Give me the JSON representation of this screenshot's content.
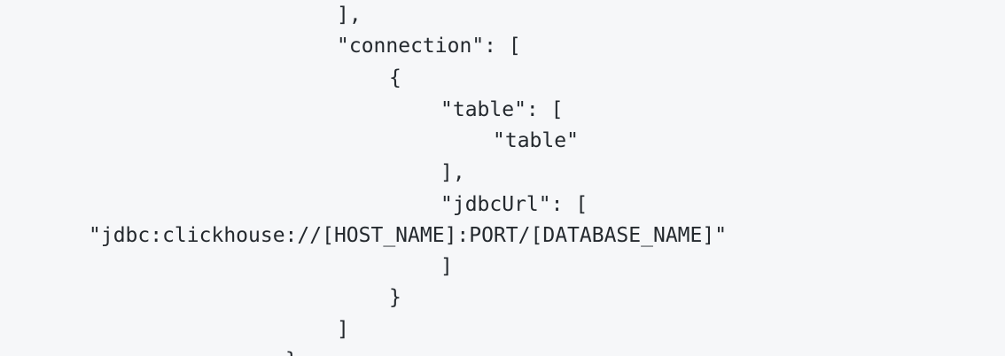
{
  "code": {
    "lines": [
      "],",
      "\"connection\": [",
      "{",
      "\"table\": [",
      "\"table\"",
      "],",
      "\"jdbcUrl\": [",
      "\"jdbc:clickhouse://[HOST_NAME]:PORT/[DATABASE_NAME]\"",
      "]",
      "}",
      "]",
      "}"
    ]
  }
}
